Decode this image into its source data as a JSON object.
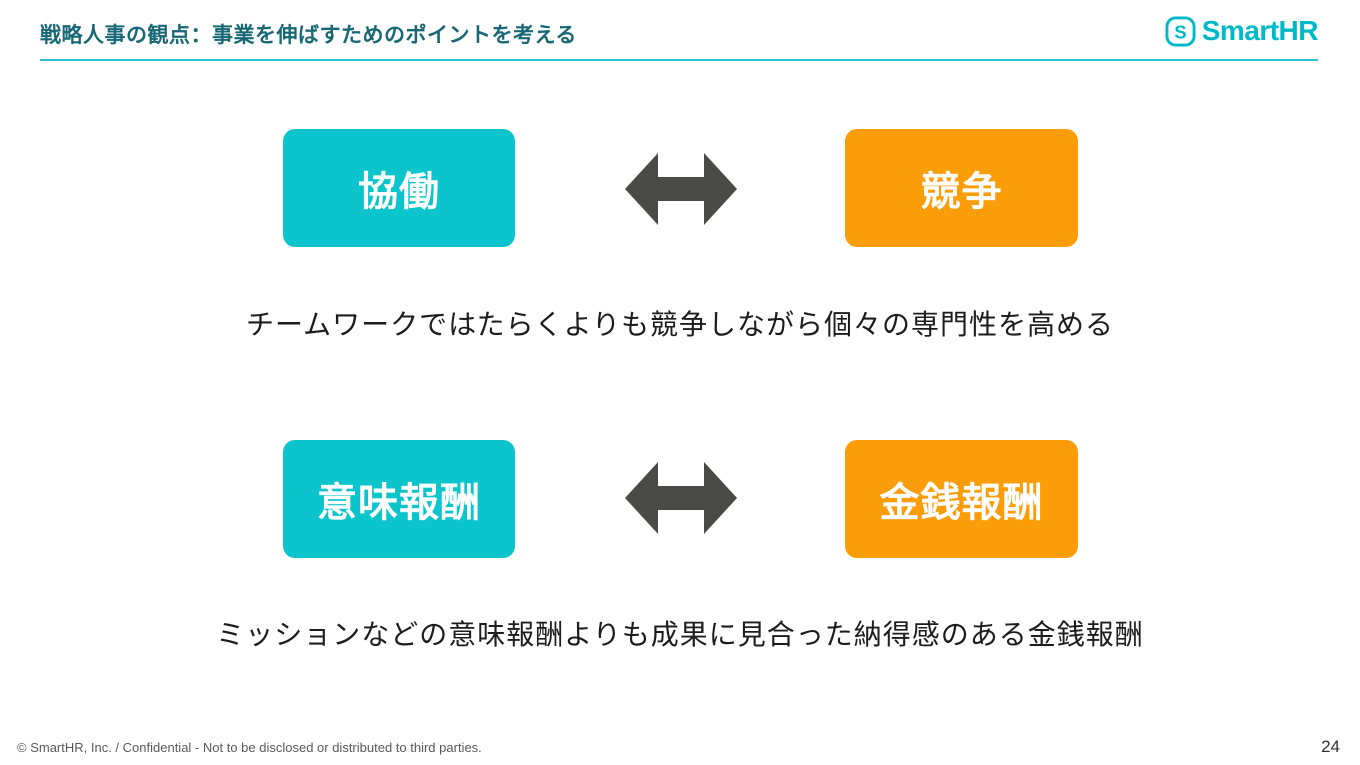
{
  "header": {
    "title": "戦略人事の観点：事業を伸ばすためのポイントを考える",
    "logo_text": "SmartHR"
  },
  "colors": {
    "teal_box": "#0bc4cc",
    "orange_box": "#fb9d09",
    "arrow": "#4a4a48",
    "header_text": "#176775",
    "header_rule": "#2fbfcf",
    "logo": "#00b9c8",
    "caption_text": "#1c1c1c",
    "footer_text": "#5a5a5a"
  },
  "comparisons": [
    {
      "left": "協働",
      "right": "競争",
      "caption": "チームワークではたらくよりも競争しながら個々の専門性を高める"
    },
    {
      "left": "意味報酬",
      "right": "金銭報酬",
      "caption": "ミッションなどの意味報酬よりも成果に見合った納得感のある金銭報酬"
    }
  ],
  "footer": {
    "copyright": "© SmartHR, Inc. / Confidential - Not to be disclosed or distributed to third parties.",
    "page_number": "24"
  }
}
